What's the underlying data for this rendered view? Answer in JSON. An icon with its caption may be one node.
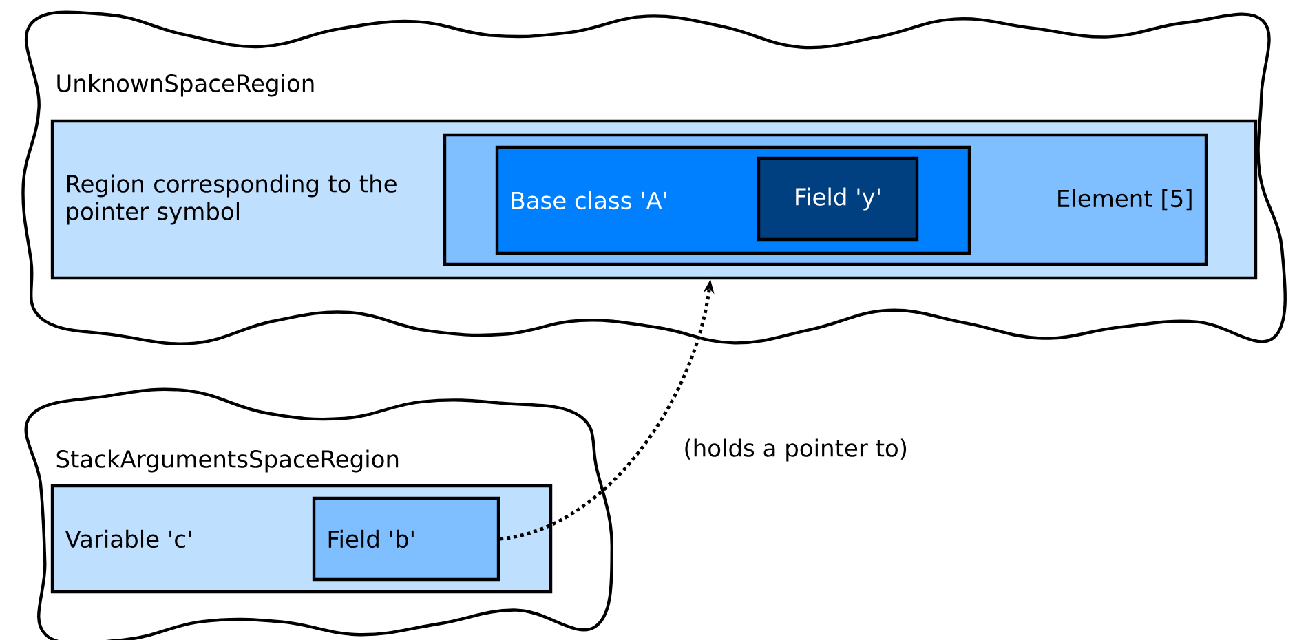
{
  "diagram": {
    "nodes": [
      {
        "text": [
          "UnknownSpaceRegion"
        ]
      },
      {
        "text": [
          "Region corresponding to the pointer symbol"
        ],
        "in": 0
      },
      {
        "text": [
          "Element [5]"
        ],
        "in": 1
      },
      {
        "text": [
          "Base class 'A'"
        ],
        "in": 2
      },
      {
        "text": [
          "Field 'y'"
        ],
        "in": 3
      },
      {
        "text": [
          "StackArgumentsSpaceRegion"
        ]
      },
      {
        "text": [
          "Variable 'c'"
        ],
        "in": 5
      },
      {
        "text": [
          "Field 'b'"
        ],
        "in": 6
      }
    ],
    "edges": [
      {
        "from": 7,
        "to": 1,
        "arrow": "to",
        "style": "dashed",
        "label": "(holds a pointer to)"
      }
    ]
  }
}
